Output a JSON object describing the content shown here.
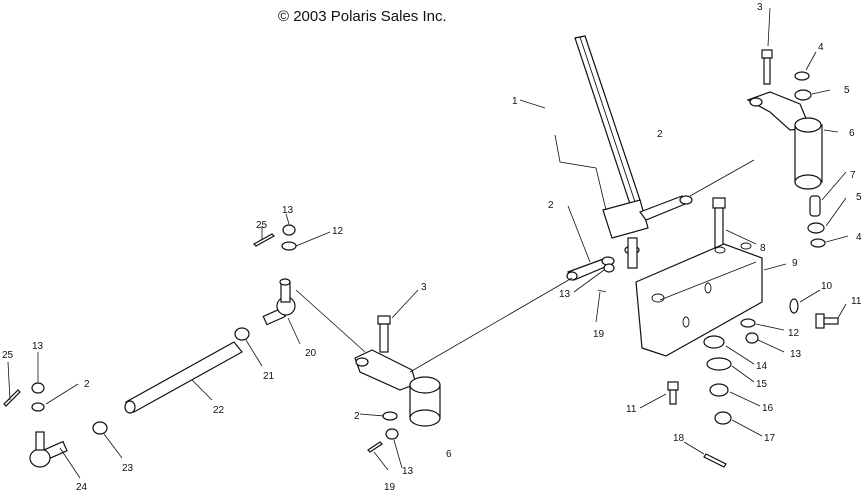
{
  "copyright": "© 2003 Polaris Sales Inc.",
  "callouts": {
    "c1": "1",
    "c2a": "2",
    "c2b": "2",
    "c2c": "2",
    "c2d": "2",
    "c3a": "3",
    "c3b": "3",
    "c4": "4",
    "c4b": "4",
    "c5a": "5",
    "c5b": "5",
    "c6a": "6",
    "c6b": "6",
    "c7": "7",
    "c8": "8",
    "c9": "9",
    "c10": "10",
    "c11a": "11",
    "c11b": "11",
    "c12a": "12",
    "c12b": "12",
    "c13a": "13",
    "c13b": "13",
    "c13c": "13",
    "c13d": "13",
    "c13e": "13",
    "c14": "14",
    "c15": "15",
    "c16": "16",
    "c17": "17",
    "c18": "18",
    "c19a": "19",
    "c19b": "19",
    "c20": "20",
    "c21": "21",
    "c22": "22",
    "c23": "23",
    "c24": "24",
    "c25a": "25",
    "c25b": "25"
  }
}
